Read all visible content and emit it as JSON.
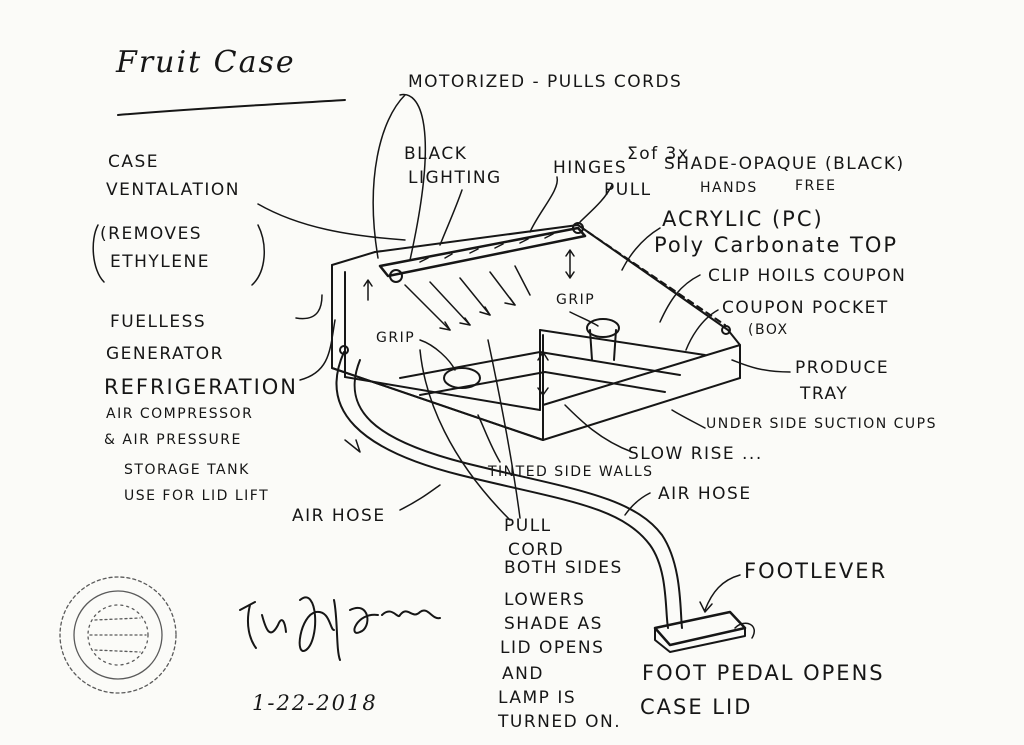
{
  "diagram": {
    "title": "Fruit Case",
    "labels": {
      "motorized": "MOTORIZED - PULLS CORDS",
      "black_lighting_1": "BLACK",
      "black_lighting_2": "LIGHTING",
      "hinges": "HINGES",
      "sum_3x": "Σof 3x",
      "shade_opaque": "SHADE-OPAQUE (BLACK)",
      "pull_shade": "PULL",
      "hands_free_1": "HANDS",
      "hands_free_2": "FREE",
      "acrylic": "ACRYLIC (PC)",
      "polycarbonate": "Poly Carbonate TOP",
      "clip_holds": "CLIP HOILS COUPON",
      "coupon_pocket": "COUPON POCKET",
      "box": "(BOX",
      "produce_tray_1": "PRODUCE",
      "produce_tray_2": "TRAY",
      "suction_cups": "UNDER SIDE SUCTION CUPS",
      "slow_rise": "SLOW RISE ...",
      "tinted_walls": "TINTED SIDE WALLS",
      "air_hose_right": "AIR HOSE",
      "air_hose_left": "AIR HOSE",
      "case_vent_1": "CASE",
      "case_vent_2": "VENTALATION",
      "case_vent_3": "(REMOVES",
      "case_vent_4": "ETHYLENE",
      "fuelless_1": "FUELLESS",
      "fuelless_2": "GENERATOR",
      "refrigeration": "REFRIGERATION",
      "air_compressor": "AIR COMPRESSOR",
      "air_pressure": "& AIR PRESSURE",
      "storage_tank": "STORAGE TANK",
      "lid_lift": "USE FOR LID LIFT",
      "grip_left": "GRIP",
      "grip_right": "GRIP",
      "pull_cord_1": "PULL",
      "pull_cord_2": "CORD",
      "pull_cord_3": "BOTH SIDES",
      "pull_cord_4": "LOWERS",
      "pull_cord_5": "SHADE AS",
      "pull_cord_6": "LID OPENS",
      "pull_cord_7": "AND",
      "pull_cord_8": "LAMP IS",
      "pull_cord_9": "TURNED ON.",
      "foot_lever": "FOOTLEVER",
      "foot_pedal_1": "FOOT PEDAL OPENS",
      "foot_pedal_2": "CASE LID",
      "date": "1-22-2018"
    }
  },
  "colors": {
    "ink": "#161616",
    "paper": "#fbfbf8"
  }
}
